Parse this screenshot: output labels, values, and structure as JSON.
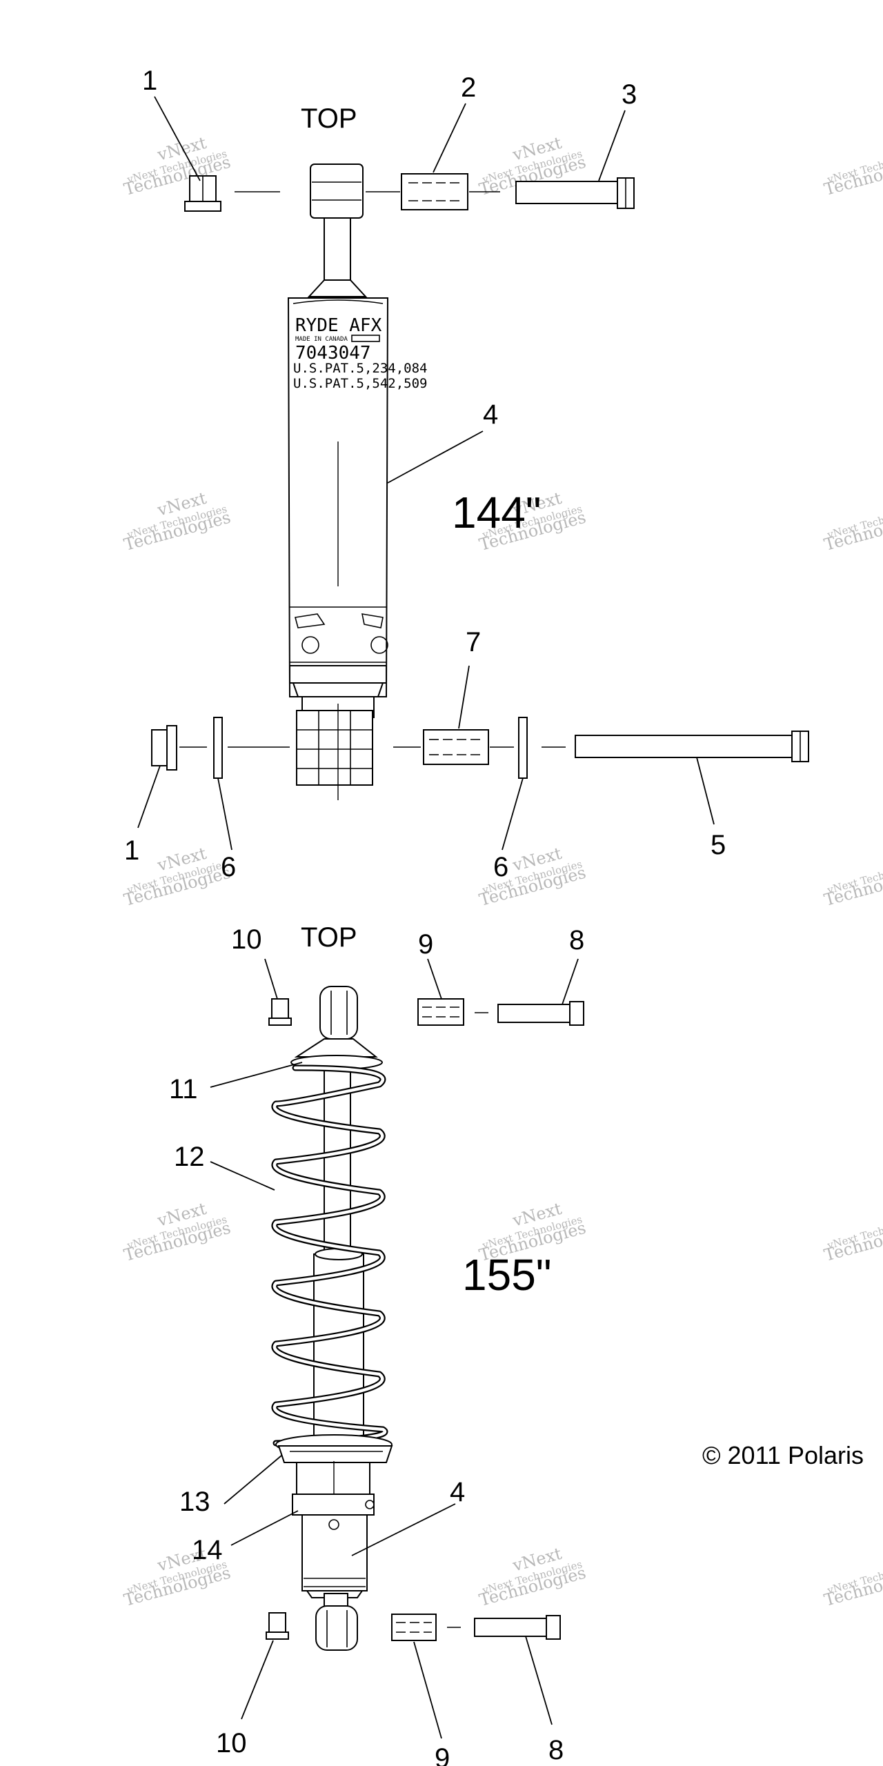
{
  "top_labels": {
    "upper": "TOP",
    "lower": "TOP"
  },
  "sizes": {
    "upper": "144\"",
    "lower": "155\""
  },
  "callouts": {
    "c1_top": "1",
    "c2": "2",
    "c3": "3",
    "c4_upper": "4",
    "c7": "7",
    "c1_bottom": "1",
    "c6_left": "6",
    "c6_right": "6",
    "c5": "5",
    "c10_top": "10",
    "c9_top": "9",
    "c8_top": "8",
    "c11": "11",
    "c12": "12",
    "c13": "13",
    "c14": "14",
    "c4_lower": "4",
    "c10_bottom": "10",
    "c9_bottom": "9",
    "c8_bottom": "8"
  },
  "shock_decal": {
    "brand": "RYDE AFX",
    "made_in": "MADE IN CANADA",
    "part_number": "7043047",
    "patent_1": "U.S.PAT.5,234,084",
    "patent_2": "U.S.PAT.5,542,509"
  },
  "watermark": {
    "line1": "vNext Technologies",
    "line2": "Technologies",
    "brand": "vNext"
  },
  "copyright": "© 2011 Polaris"
}
